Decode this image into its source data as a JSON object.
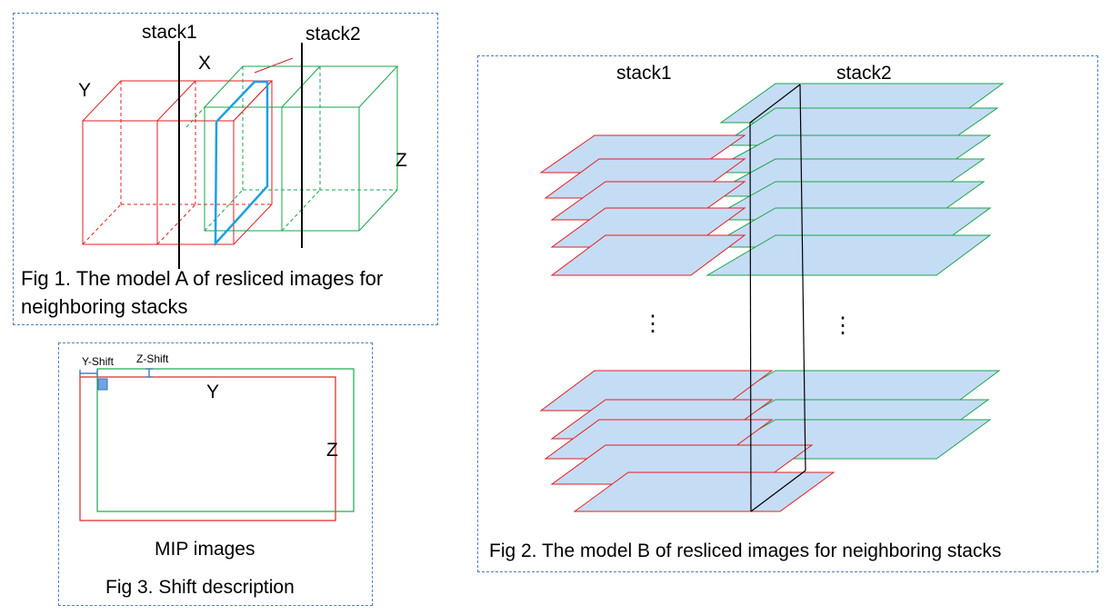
{
  "fig1": {
    "caption_line1": "Fig 1. The model A of resliced images for",
    "caption_line2": "neighboring stacks",
    "label_stack1": "stack1",
    "label_stack2": "stack2",
    "axis_x": "X",
    "axis_y": "Y",
    "axis_z": "Z"
  },
  "fig2": {
    "caption": "Fig 2. The model B of resliced images for neighboring stacks",
    "label_stack1": "stack1",
    "label_stack2": "stack2",
    "ellipsis_left": "⋮",
    "ellipsis_right": "⋮"
  },
  "fig3": {
    "label_y_shift": "Y-Shift",
    "label_z_shift": "Z-Shift",
    "axis_y": "Y",
    "axis_z": "Z",
    "label_mip": "MIP images",
    "caption": "Fig 3. Shift description"
  },
  "colors": {
    "red": "#e02020",
    "green": "#1aa64a",
    "blue_plane": "#c5dcf5",
    "cyan": "#1ea0e0",
    "frame": "#4f7fbf"
  }
}
